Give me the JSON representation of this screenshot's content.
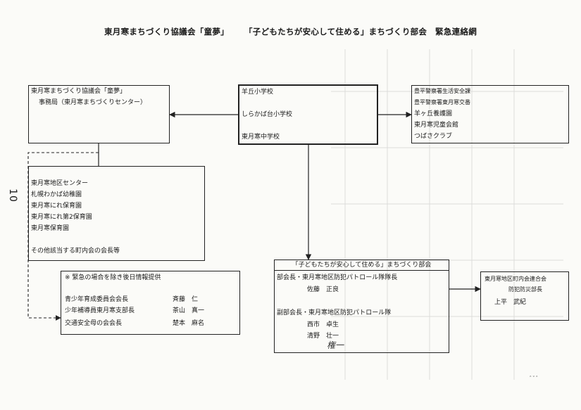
{
  "page_number": "10",
  "title": {
    "part1": "東月寒まちづくり協議会「童夢」",
    "part2": "「子どもたちが安心して住める」まちづくり部会　緊急連絡網"
  },
  "boxes": {
    "office": {
      "line1": "東月寒まちづくり協議会「童夢」",
      "line2": "事務局（東月寒まちづくりセンター）"
    },
    "schools": {
      "items": [
        "羊丘小学校",
        "しらかば台小学校",
        "東月寒中学校"
      ]
    },
    "police": {
      "items": [
        "豊平警察署生活安全課",
        "豊平警察署東月寒交番",
        "羊ヶ丘養護園",
        "東月寒児童会館",
        "つばさクラブ"
      ]
    },
    "facilities": {
      "items": [
        "東月寒地区センター",
        "札幌わかば幼稚園",
        "東月寒にれ保育園",
        "東月寒にれ第2保育園",
        "東月寒保育園"
      ],
      "footer": "その他該当する町内会の会長等"
    },
    "info": {
      "heading": "※ 緊急の場合を除き後日情報提供",
      "rows": [
        {
          "role": "青少年育成委員会会長",
          "name": "斉藤　仁"
        },
        {
          "role": "少年補導員東月寒支部長",
          "name": "茶山　真一"
        },
        {
          "role": "交通安全母の会会長",
          "name": "楚本　麻名"
        }
      ]
    },
    "committee": {
      "header": "「子どもたちが安心して住める」まちづくり部会",
      "chair_role": "部会長・東月寒地区防犯パトロール隊隊長",
      "chair_name": "佐藤　正良",
      "vice_role": "副部会長・東月寒地区防犯パトロール隊",
      "vice_name1": "西市　卓生",
      "vice_name2": "清野　壮一"
    },
    "federation": {
      "line1": "東月寒地区町内会連合会",
      "line2": "防犯防災部長",
      "name": "上平　武紀"
    }
  },
  "handwriting": "権一",
  "speck": "ﾞﾞﾞ"
}
